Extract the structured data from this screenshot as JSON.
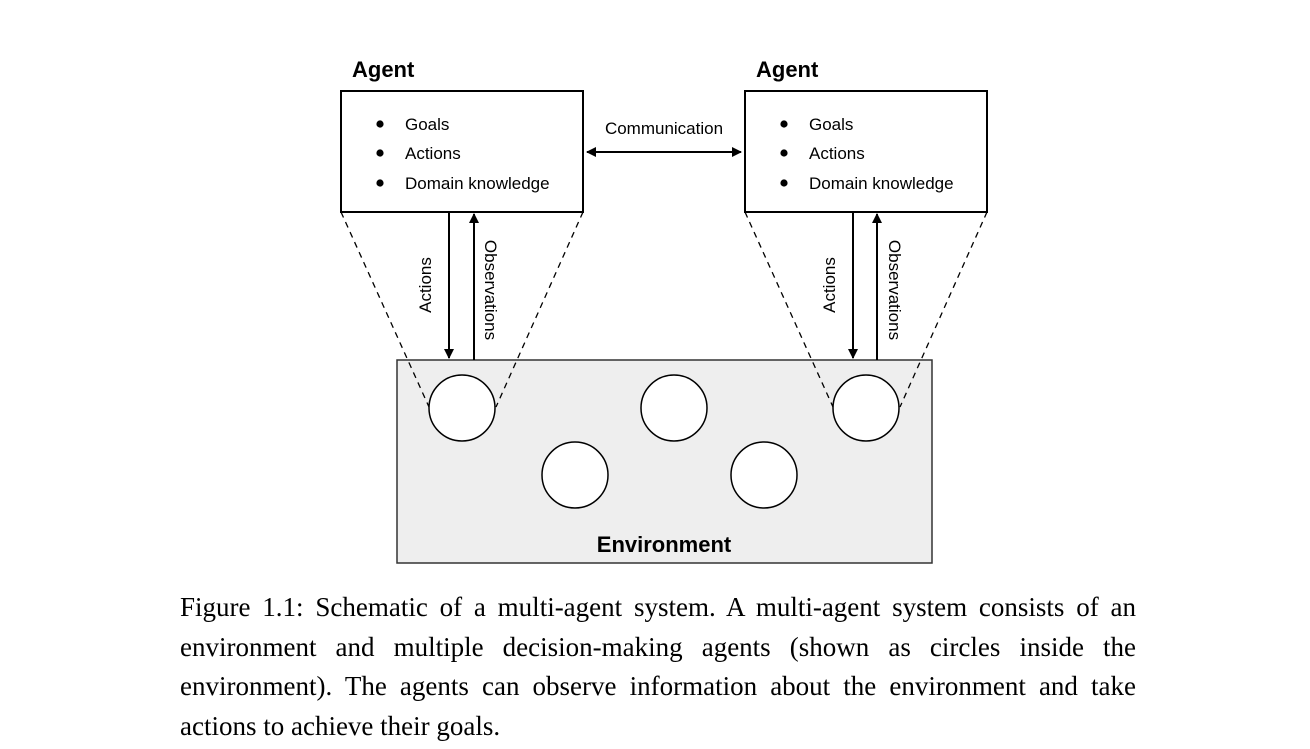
{
  "agents": [
    {
      "title": "Agent",
      "items": [
        "Goals",
        "Actions",
        "Domain knowledge"
      ],
      "down_arrow_label": "Actions",
      "up_arrow_label": "Observations"
    },
    {
      "title": "Agent",
      "items": [
        "Goals",
        "Actions",
        "Domain knowledge"
      ],
      "down_arrow_label": "Actions",
      "up_arrow_label": "Observations"
    }
  ],
  "communication_label": "Communication",
  "environment": {
    "label": "Environment",
    "fill_color": "#eeeeee"
  },
  "caption": "Figure 1.1: Schematic of a multi-agent system. A multi-agent system consists of an environment and multiple decision-making agents (shown as circles inside the environment). The agents can observe information about the environment and take actions to achieve their goals."
}
